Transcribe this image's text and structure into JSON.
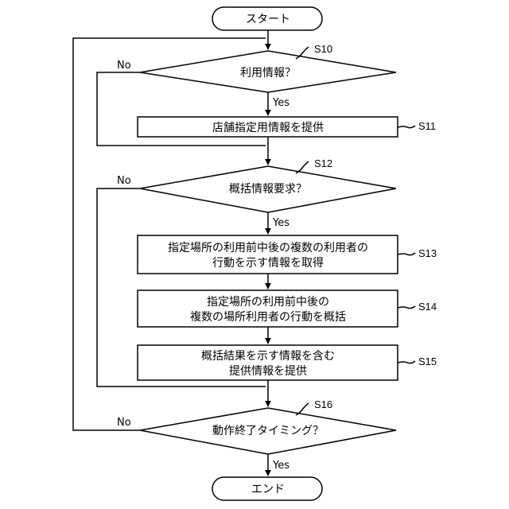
{
  "terminals": {
    "start": "スタート",
    "end": "エンド"
  },
  "decisions": {
    "s10": "利用情報？",
    "s12": "概括情報要求？",
    "s16": "動作終了タイミング？"
  },
  "processes": {
    "s11": "店舗指定用情報を提供",
    "s13": [
      "指定場所の利用前中後の複数の利用者の",
      "行動を示す情報を取得"
    ],
    "s14": [
      "指定場所の利用前中後の",
      "複数の場所利用者の行動を概括"
    ],
    "s15": [
      "概括結果を示す情報を含む",
      "提供情報を提供"
    ]
  },
  "step_labels": {
    "s10": "S10",
    "s11": "S11",
    "s12": "S12",
    "s13": "S13",
    "s14": "S14",
    "s15": "S15",
    "s16": "S16"
  },
  "branch_labels": {
    "yes": "Yes",
    "no": "No"
  }
}
